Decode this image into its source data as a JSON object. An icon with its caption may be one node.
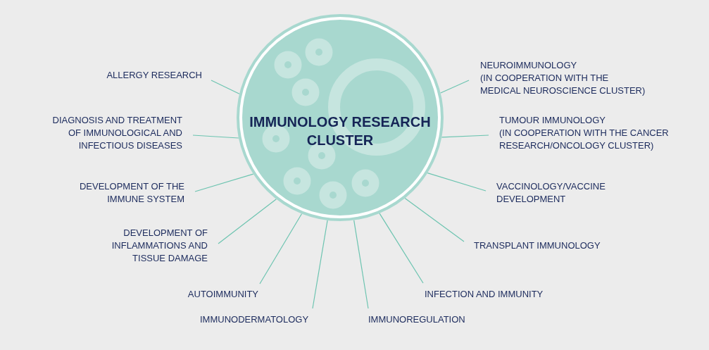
{
  "diagram": {
    "nodes": [
      {
        "text": [
          "IMMUNOLOGY RESEARCH CLUSTER"
        ]
      },
      {
        "text": [
          "ALLERGY RESEARCH"
        ]
      },
      {
        "text": [
          "NEUROIMMUNOLOGY",
          "(IN COOPERATION WITH THE MEDICAL NEUROSCIENCE CLUSTER)"
        ]
      },
      {
        "text": [
          "DIAGNOSIS AND TREATMENT OF IMMUNOLOGICAL AND INFECTIOUS DISEASES"
        ]
      },
      {
        "text": [
          "TUMOUR IMMUNOLOGY",
          "(IN COOPERATION WITH THE CANCER RESEARCH/ONCOLOGY CLUSTER)"
        ]
      },
      {
        "text": [
          "DEVELOPMENT OF THE IMMUNE SYSTEM"
        ]
      },
      {
        "text": [
          "VACCINOLOGY/VACCINE DEVELOPMENT"
        ]
      },
      {
        "text": [
          "DEVELOPMENT OF INFLAMMATIONS AND TISSUE DAMAGE"
        ]
      },
      {
        "text": [
          "TRANSPLANT IMMUNOLOGY"
        ]
      },
      {
        "text": [
          "AUTOIMMUNITY"
        ]
      },
      {
        "text": [
          "INFECTION AND IMMUNITY"
        ]
      },
      {
        "text": [
          "IMMUNODERMATOLOGY"
        ]
      },
      {
        "text": [
          "IMMUNOREGULATION"
        ]
      }
    ],
    "edges": [
      {
        "from": 1,
        "to": 0,
        "arrow": "none"
      },
      {
        "from": 2,
        "to": 0,
        "arrow": "none"
      },
      {
        "from": 3,
        "to": 0,
        "arrow": "none"
      },
      {
        "from": 4,
        "to": 0,
        "arrow": "none"
      },
      {
        "from": 5,
        "to": 0,
        "arrow": "none"
      },
      {
        "from": 6,
        "to": 0,
        "arrow": "none"
      },
      {
        "from": 7,
        "to": 0,
        "arrow": "none"
      },
      {
        "from": 8,
        "to": 0,
        "arrow": "none"
      },
      {
        "from": 9,
        "to": 0,
        "arrow": "none"
      },
      {
        "from": 10,
        "to": 0,
        "arrow": "none"
      },
      {
        "from": 11,
        "to": 0,
        "arrow": "none"
      },
      {
        "from": 12,
        "to": 0,
        "arrow": "none"
      }
    ]
  }
}
